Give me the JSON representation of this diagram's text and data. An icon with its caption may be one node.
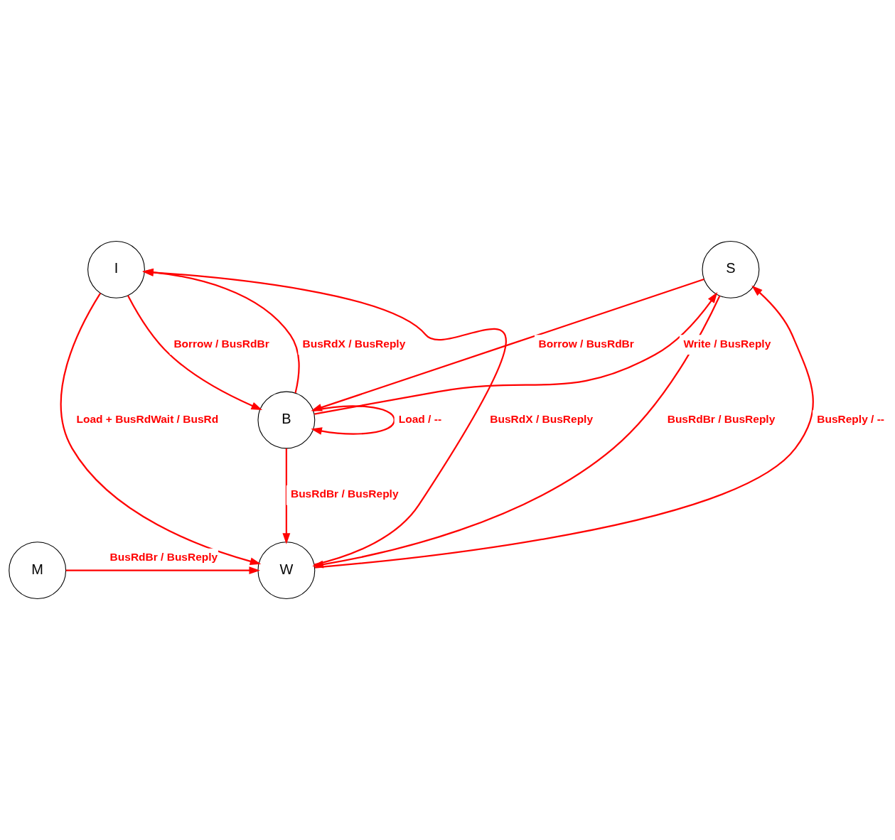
{
  "diagram": {
    "nodes": [
      {
        "text": [
          "I"
        ]
      },
      {
        "text": [
          "S"
        ]
      },
      {
        "text": [
          "B"
        ]
      },
      {
        "text": [
          "M"
        ]
      },
      {
        "text": [
          "W"
        ]
      }
    ],
    "edges": [
      {
        "from": 2,
        "to": 0,
        "arrow": "to",
        "label": "BusRdX / BusReply"
      },
      {
        "from": 0,
        "to": 2,
        "arrow": "to",
        "label": "Borrow / BusRdBr"
      },
      {
        "from": 1,
        "to": 2,
        "arrow": "to",
        "label": "Borrow / BusRdBr"
      },
      {
        "from": 2,
        "to": 1,
        "arrow": "to",
        "label": "Write / BusReply"
      },
      {
        "from": 2,
        "to": 2,
        "arrow": "to",
        "label": "Load / --"
      },
      {
        "from": 4,
        "to": 0,
        "arrow": "to",
        "label": "BusRdX / BusReply"
      },
      {
        "from": 1,
        "to": 4,
        "arrow": "to",
        "label": "BusRdBr / BusReply"
      },
      {
        "from": 4,
        "to": 1,
        "arrow": "to",
        "label": "BusReply / --"
      },
      {
        "from": 3,
        "to": 4,
        "arrow": "to",
        "label": "BusRdBr / BusReply"
      },
      {
        "from": 2,
        "to": 4,
        "arrow": "to",
        "label": "BusRdBr / BusReply"
      },
      {
        "from": 0,
        "to": 4,
        "arrow": "to",
        "label": "Load + BusRdWait / BusRd"
      }
    ]
  }
}
